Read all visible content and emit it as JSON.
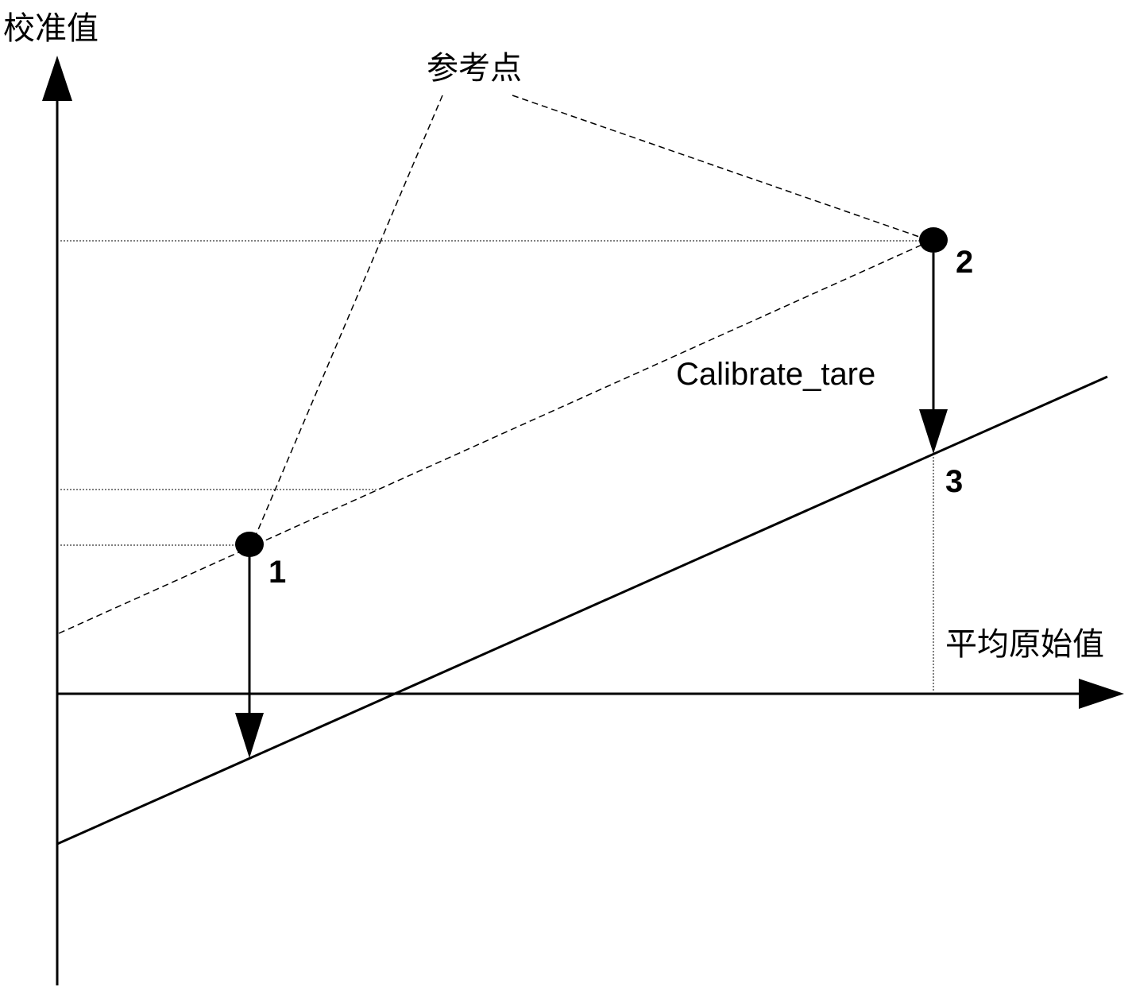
{
  "axes": {
    "y_label": "校准值",
    "x_label": "平均原始值"
  },
  "annotation": {
    "reference_points_label": "参考点",
    "shift_label": "Calibrate_tare"
  },
  "points": {
    "p1_label": "1",
    "p2_label": "2",
    "p3_label": "3"
  }
}
